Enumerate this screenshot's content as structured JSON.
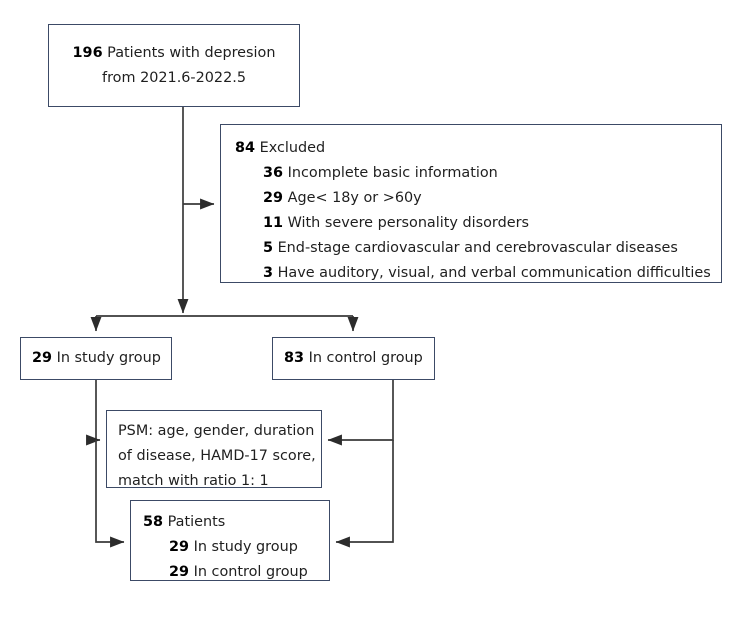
{
  "diagram": {
    "type": "flowchart",
    "title": "Patient enrollment and propensity-score-matching flow",
    "accent_color": "#3c4a66",
    "line_color": "#3a3a3a",
    "background": "#ffffff",
    "nodes": {
      "source": {
        "name": "source-population-box",
        "lines": [
          {
            "count": "196",
            "text": "Patients with depresion"
          },
          {
            "count": "",
            "text": "from 2021.6-2022.5"
          }
        ]
      },
      "excluded": {
        "name": "excluded-box",
        "header": {
          "count": "84",
          "text": "Excluded"
        },
        "reasons": [
          {
            "count": "36",
            "text": "Incomplete basic information"
          },
          {
            "count": "29",
            "text": "Age< 18y or  >60y"
          },
          {
            "count": "11",
            "text": "With severe personality disorders"
          },
          {
            "count": "5",
            "text": "End-stage cardiovascular and cerebrovascular diseases"
          },
          {
            "count": "3",
            "text": "Have auditory, visual, and verbal communication difficulties"
          }
        ]
      },
      "study_group": {
        "name": "study-group-box",
        "count": "29",
        "text": "In study group"
      },
      "control_group": {
        "name": "control-group-box",
        "count": "83",
        "text": "In control group"
      },
      "psm": {
        "name": "psm-method-box",
        "lines": [
          "PSM: age, gender, duration",
          "of disease, HAMD-17 score,",
          "match with ratio 1: 1"
        ]
      },
      "result": {
        "name": "matched-result-box",
        "header": {
          "count": "58",
          "text": "Patients"
        },
        "groups": [
          {
            "count": "29",
            "text": "In study group"
          },
          {
            "count": "29",
            "text": "In control group"
          }
        ]
      }
    }
  }
}
